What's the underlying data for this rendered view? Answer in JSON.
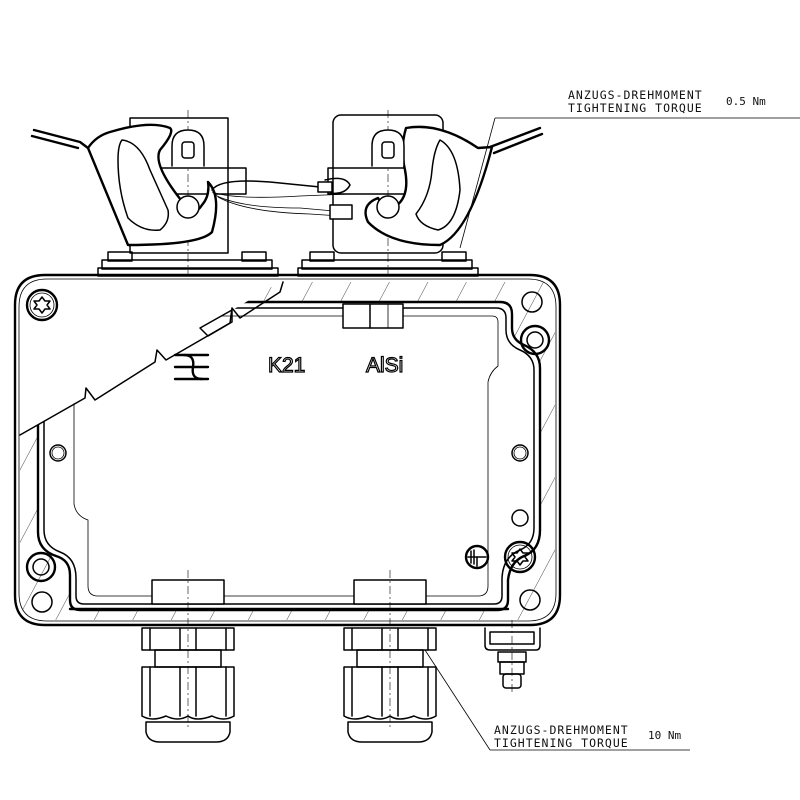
{
  "drawing": {
    "type": "technical-drawing",
    "subject": "junction box with two hood connectors, locking levers and two cable glands",
    "colors": {
      "line": "#000000",
      "background": "#ffffff"
    }
  },
  "annotations": {
    "top_torque": {
      "label_de": "ANZUGS-DREHMOMENT",
      "label_en": "TIGHTENING TORQUE",
      "value": "0.5 Nm"
    },
    "bottom_torque": {
      "label_de": "ANZUGS-DREHMOMENT",
      "label_en": "TIGHTENING TORQUE",
      "value": "10 Nm"
    }
  },
  "markings": {
    "material_code": "K21",
    "material": "AlSi",
    "symbol": "explosion-protection-symbol",
    "ground": "ground-symbol"
  }
}
